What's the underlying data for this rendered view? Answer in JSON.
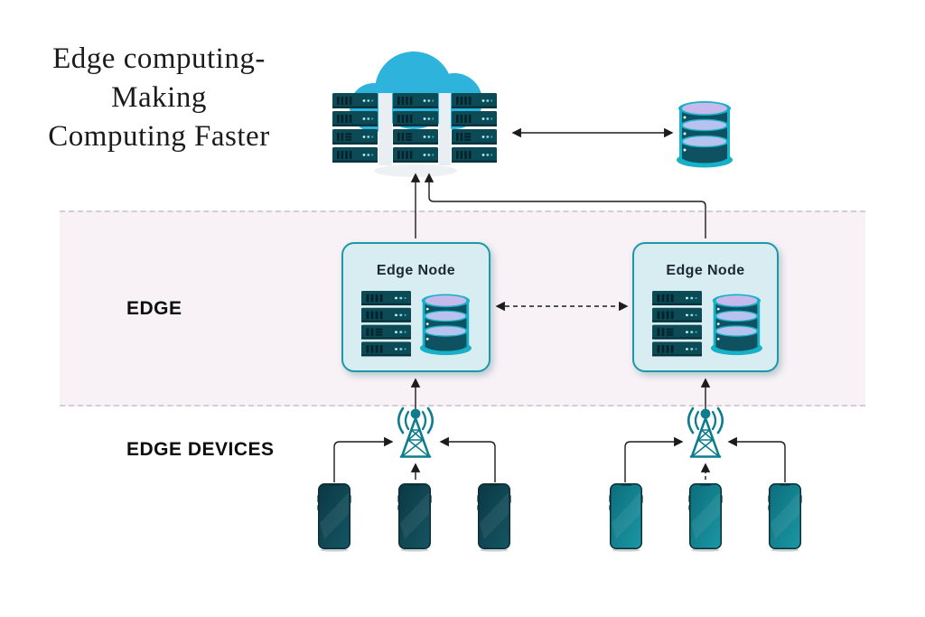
{
  "title": {
    "lines": [
      "Edge computing-",
      "Making",
      "Computing Faster"
    ]
  },
  "zones": {
    "edge": {
      "label": "EDGE"
    },
    "edge_devices": {
      "label": "EDGE DEVICES"
    }
  },
  "nodes": {
    "left": {
      "label": "Edge Node"
    },
    "right": {
      "label": "Edge Node"
    }
  },
  "cloud_layer": {
    "server_columns": 3,
    "server_rows_per_column": 4,
    "has_database": true
  },
  "device_groups": {
    "left_count": 3,
    "right_count": 3
  },
  "connections": [
    {
      "from": "cloud-servers",
      "to": "cloud-database",
      "style": "solid",
      "direction": "both"
    },
    {
      "from": "edge-node-left",
      "to": "cloud-servers",
      "style": "solid",
      "direction": "up"
    },
    {
      "from": "edge-node-right",
      "to": "cloud-servers",
      "style": "solid",
      "direction": "up"
    },
    {
      "from": "edge-node-left",
      "to": "edge-node-right",
      "style": "dashed",
      "direction": "both"
    },
    {
      "from": "tower-left",
      "to": "edge-node-left",
      "style": "solid",
      "direction": "up"
    },
    {
      "from": "tower-right",
      "to": "edge-node-right",
      "style": "solid",
      "direction": "up"
    },
    {
      "from": "phones-left",
      "to": "tower-left",
      "style": "solid",
      "direction": "in"
    },
    {
      "from": "phones-right",
      "to": "tower-right",
      "style": "solid",
      "direction": "in"
    }
  ],
  "icons": {
    "cloud": "cloud-icon",
    "server_rack": "server-rack-icon",
    "database": "database-icon",
    "cell_tower": "cell-tower-icon",
    "smartphone": "smartphone-icon"
  },
  "colors": {
    "cloud_blue": "#2eb3dc",
    "server_teal": "#0c4a56",
    "db_body_teal": "#0e5160",
    "db_edge_cyan": "#17b1c7",
    "db_lavender": "#c6b9ec",
    "node_box_fill": "#d7edf2",
    "node_box_border": "#1d98a8",
    "edge_band_fill": "#f8f2f7",
    "tower_teal": "#0d7d8d",
    "phone_dark_teal": "#0a3944",
    "phone_teal": "#0d6d7b",
    "arrow": "#1c1c1c",
    "text": "#1b1b1b"
  }
}
